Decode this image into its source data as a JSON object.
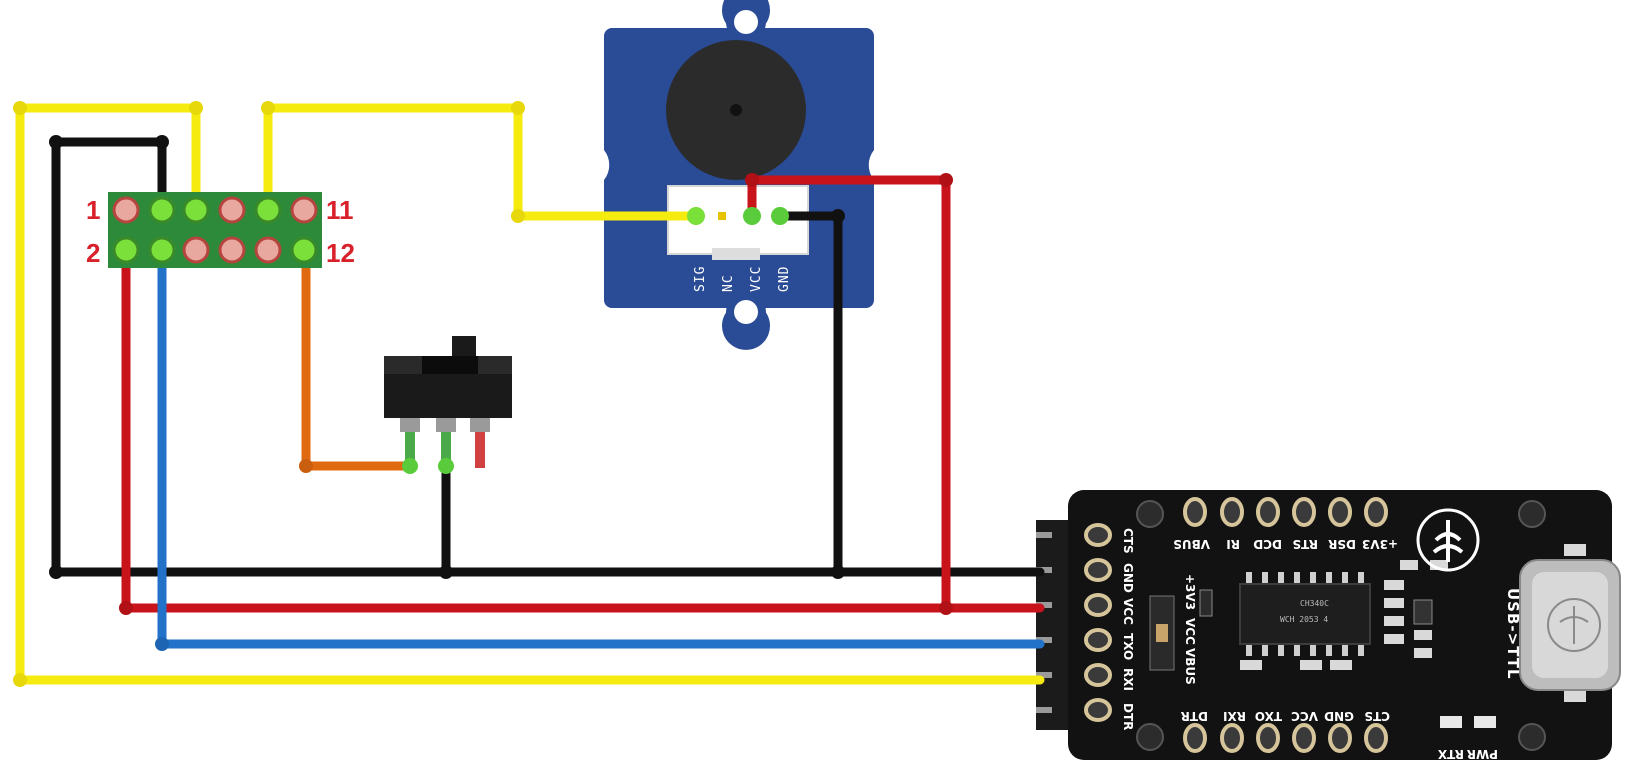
{
  "header": {
    "pins": {
      "p1": "1",
      "p2": "2",
      "p11": "11",
      "p12": "12"
    }
  },
  "buzzer": {
    "labels": [
      "SIG",
      "NC",
      "VCC",
      "GND"
    ]
  },
  "usb_ttl": {
    "title": "USB->TTL",
    "left_pins": [
      "CTS",
      "GND",
      "VCC",
      "TXO",
      "RXI",
      "DTR"
    ],
    "top_labels": [
      "VBUS",
      "RI",
      "DCD",
      "RTS",
      "DSR",
      "+3V3"
    ],
    "bottom_labels": [
      "DTR",
      "RXI",
      "TXO",
      "VCC",
      "GND",
      "CTS"
    ],
    "jumper_labels": [
      "+3V3",
      "VCC",
      "VBUS"
    ],
    "led_labels": [
      "RTX",
      "PWR"
    ],
    "chip_text": [
      "CH340C",
      "WCH 2053 4"
    ]
  },
  "colors": {
    "yellow": "#f5eb0e",
    "black": "#111111",
    "red": "#c8131b",
    "blue": "#2272c9",
    "orange": "#e06a10",
    "header_green": "#2c8a3a",
    "buzzer_blue": "#2a4b96",
    "board_black": "#121212"
  },
  "icons": [
    "buzzer-disc",
    "slide-switch",
    "usb-c-connector",
    "fly-logo-icon"
  ]
}
